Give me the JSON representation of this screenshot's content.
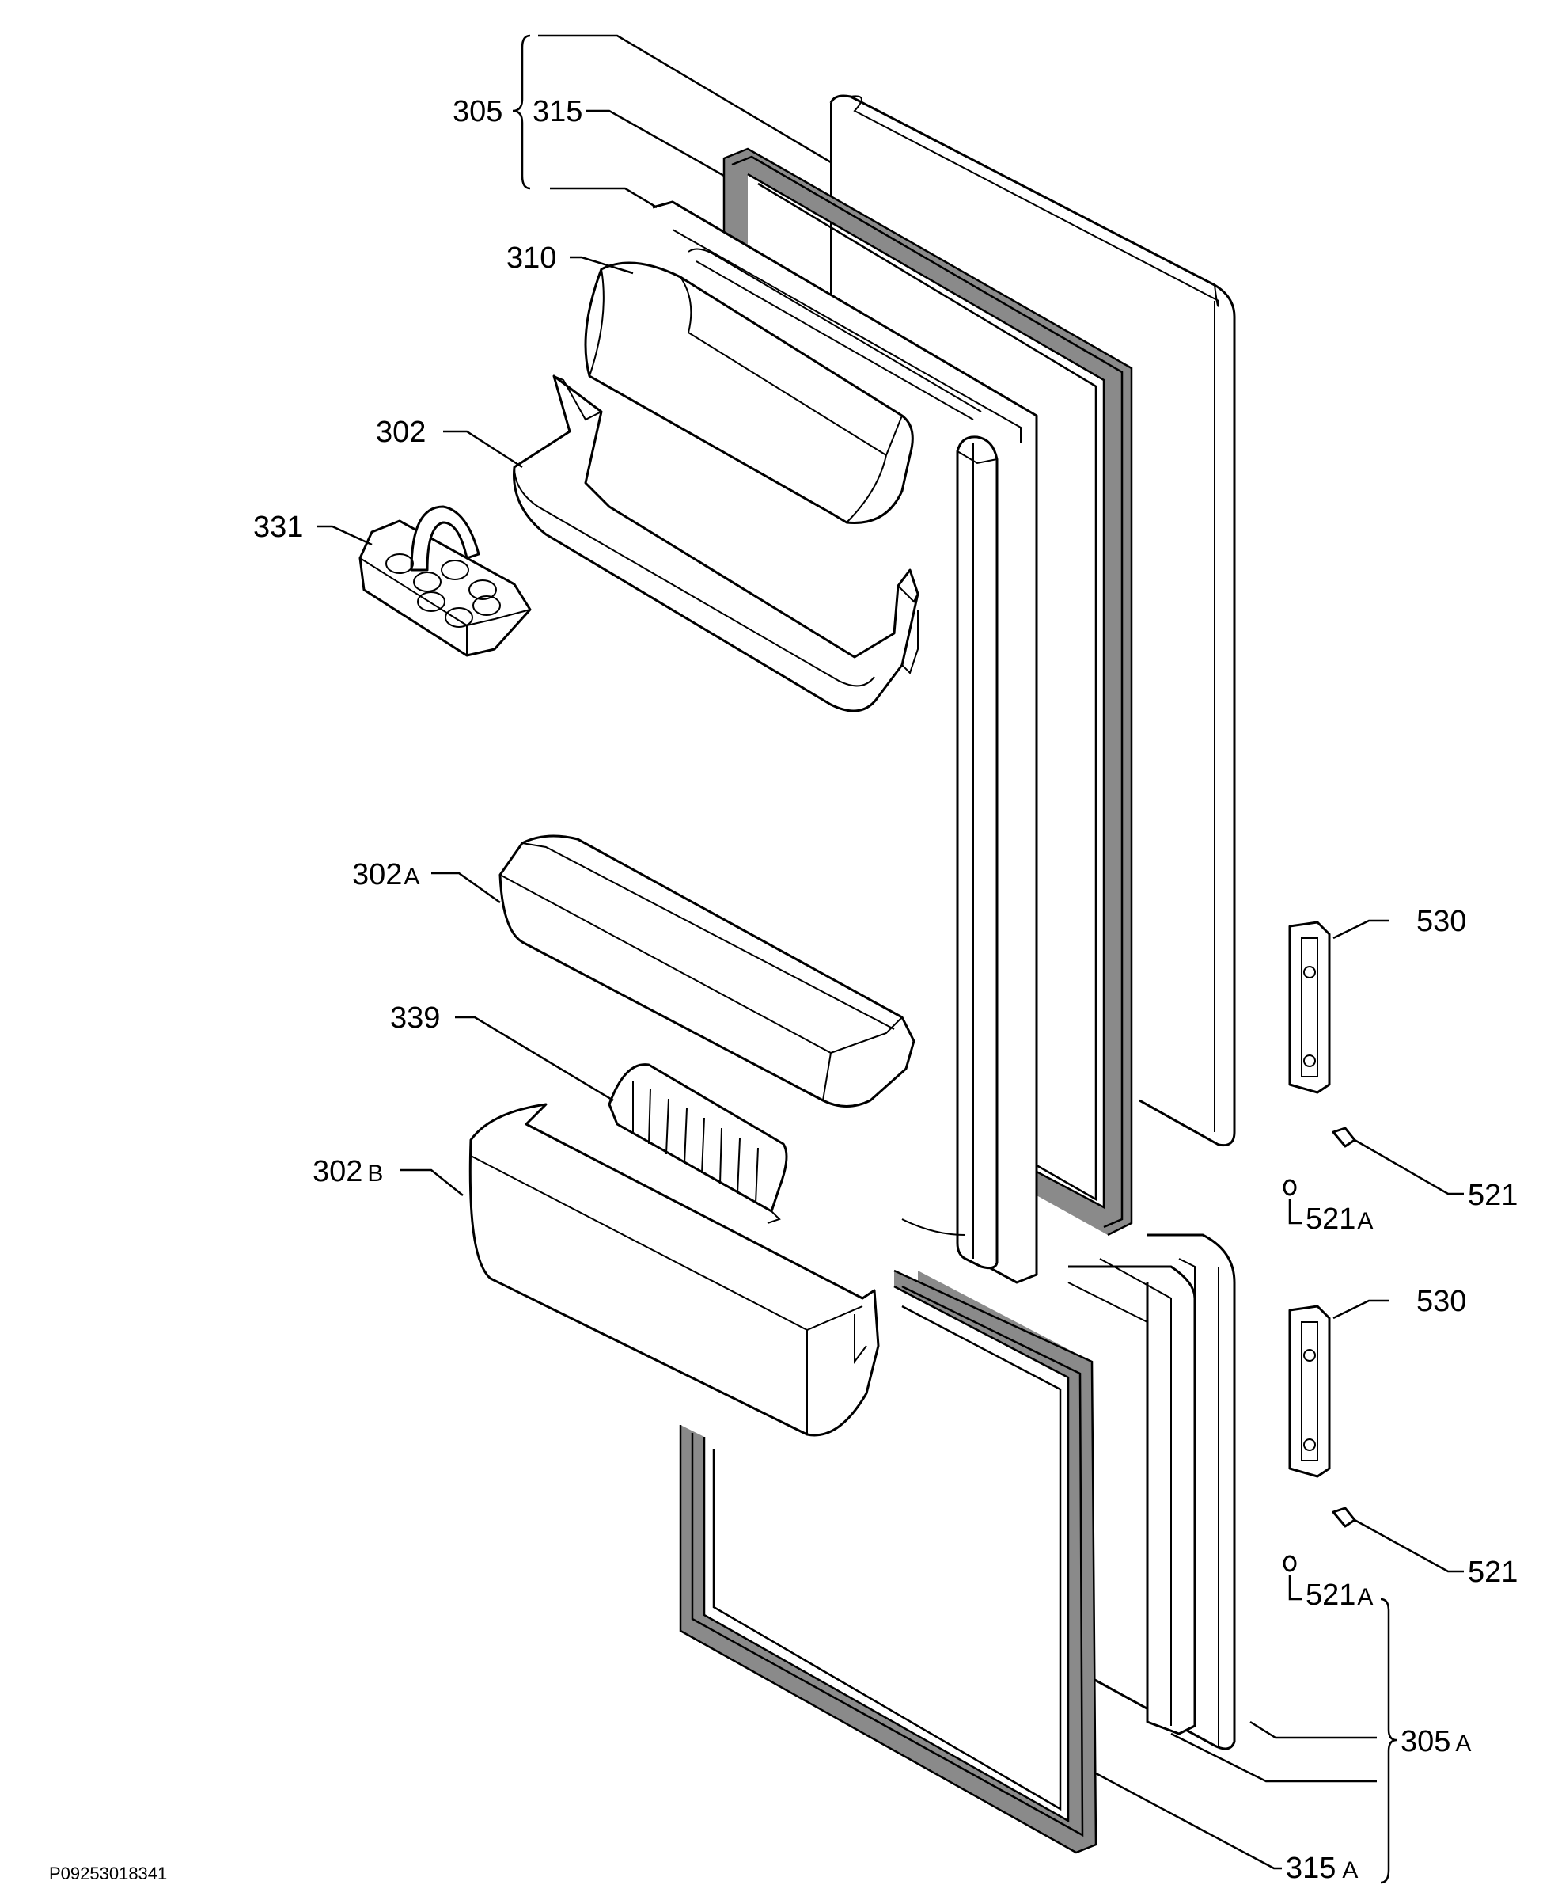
{
  "labels": {
    "l305": "305",
    "l315": "315",
    "l310": "310",
    "l302": "302",
    "l331": "331",
    "l302a_num": "302",
    "l302a_suf": "A",
    "l339": "339",
    "l302b_num": "302",
    "l302b_suf": "B",
    "l530_top": "530",
    "l521_top": "521",
    "l521a_top_num": "521",
    "l521a_top_suf": "A",
    "l530_bot": "530",
    "l521_bot": "521",
    "l521a_bot_num": "521",
    "l521a_bot_suf": "A",
    "l305a_num": "305",
    "l305a_suf": "A",
    "l315a_num": "315",
    "l315a_suf": "A"
  },
  "drawing_code": "P09253018341"
}
